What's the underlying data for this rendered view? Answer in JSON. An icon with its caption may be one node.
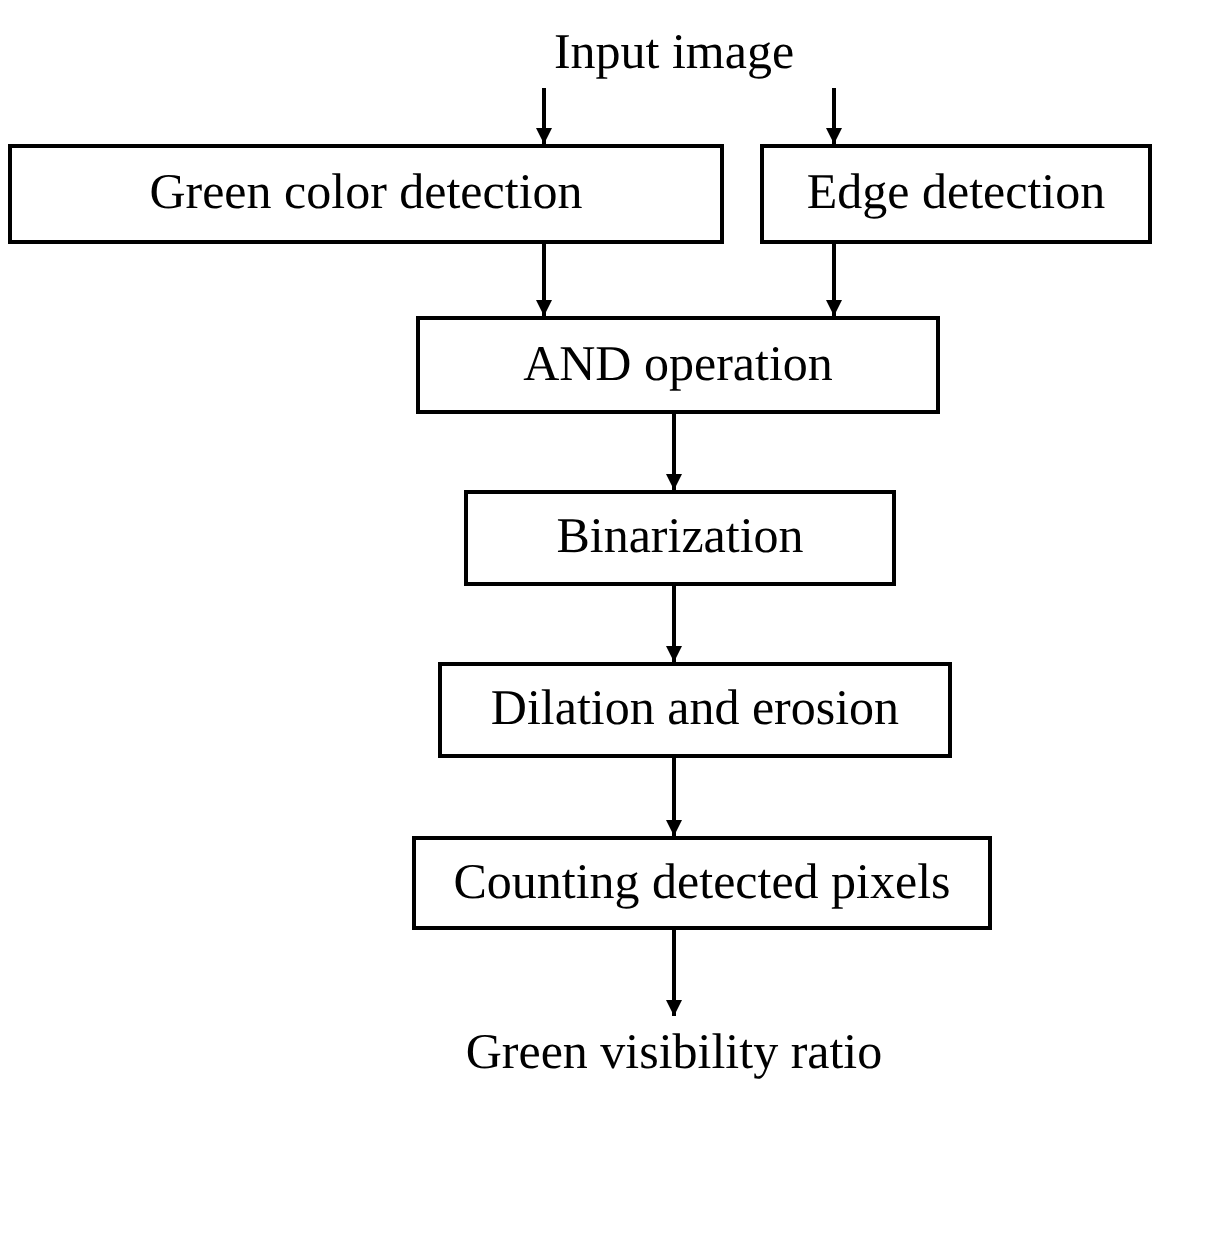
{
  "diagram": {
    "nodes": [
      {
        "text": [
          "Input image"
        ]
      },
      {
        "text": [
          "Green color detection"
        ]
      },
      {
        "text": [
          "Edge detection"
        ]
      },
      {
        "text": [
          "AND operation"
        ]
      },
      {
        "text": [
          "Binarization"
        ]
      },
      {
        "text": [
          "Dilation and erosion"
        ]
      },
      {
        "text": [
          "Counting detected pixels"
        ]
      },
      {
        "text": [
          "Green visibility ratio"
        ]
      }
    ],
    "edges": [
      {
        "from": 0,
        "to": 1,
        "arrow": "to"
      },
      {
        "from": 0,
        "to": 2,
        "arrow": "to"
      },
      {
        "from": 1,
        "to": 3,
        "arrow": "to"
      },
      {
        "from": 2,
        "to": 3,
        "arrow": "to"
      },
      {
        "from": 3,
        "to": 4,
        "arrow": "to"
      },
      {
        "from": 4,
        "to": 5,
        "arrow": "to"
      },
      {
        "from": 5,
        "to": 6,
        "arrow": "to"
      },
      {
        "from": 6,
        "to": 7,
        "arrow": "to"
      }
    ]
  }
}
